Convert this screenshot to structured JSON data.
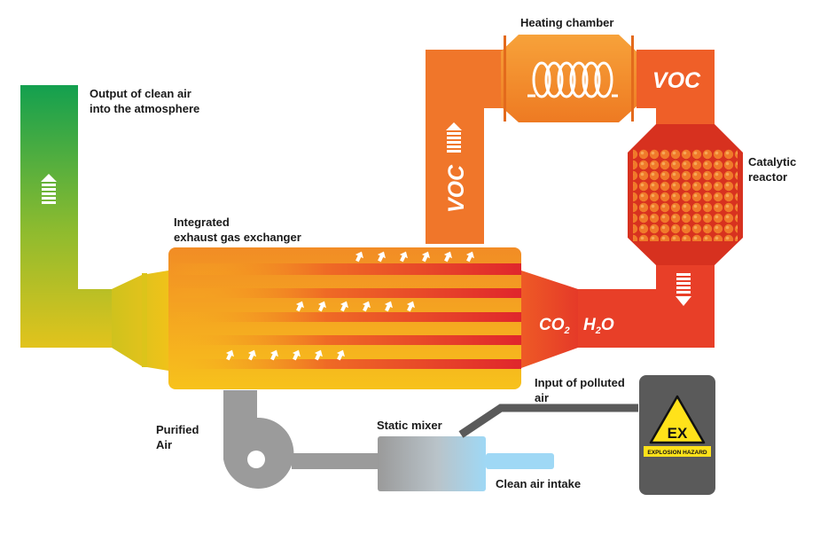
{
  "labels": {
    "heating_chamber": "Heating chamber",
    "voc_top": "VOC",
    "voc_vertical": "VOC",
    "catalytic_reactor": [
      "Catalytic",
      "reactor"
    ],
    "output_clean_air": [
      "Output of clean air",
      "into the atmosphere"
    ],
    "integrated_exchanger": [
      "Integrated",
      "exhaust gas exchanger"
    ],
    "co2": "CO",
    "co2_sub": "2",
    "h2o_h": "H",
    "h2o_sub": "2",
    "h2o_o": "O",
    "input_polluted_air": [
      "Input of polluted",
      "air"
    ],
    "purified_air": [
      "Purified",
      "Air"
    ],
    "static_mixer": "Static mixer",
    "clean_air_intake": "Clean air intake",
    "ex_sign": "EX",
    "explosion_hazard": "EXPLOSION HAZARD"
  },
  "colors": {
    "orange": "#f28a2a",
    "red_orange": "#e8402a",
    "red": "#d9262a",
    "green": "#1aa350",
    "yellow": "#f5c518",
    "gray": "#9b9b9b",
    "dark_gray": "#5a5a5a",
    "light_blue": "#9fd8f5",
    "warning_yellow": "#ffe21a"
  },
  "icons": [
    "up-arrow-icon",
    "down-arrow-icon",
    "heating-coil-icon",
    "warning-triangle-icon",
    "flow-arrow-icon"
  ]
}
